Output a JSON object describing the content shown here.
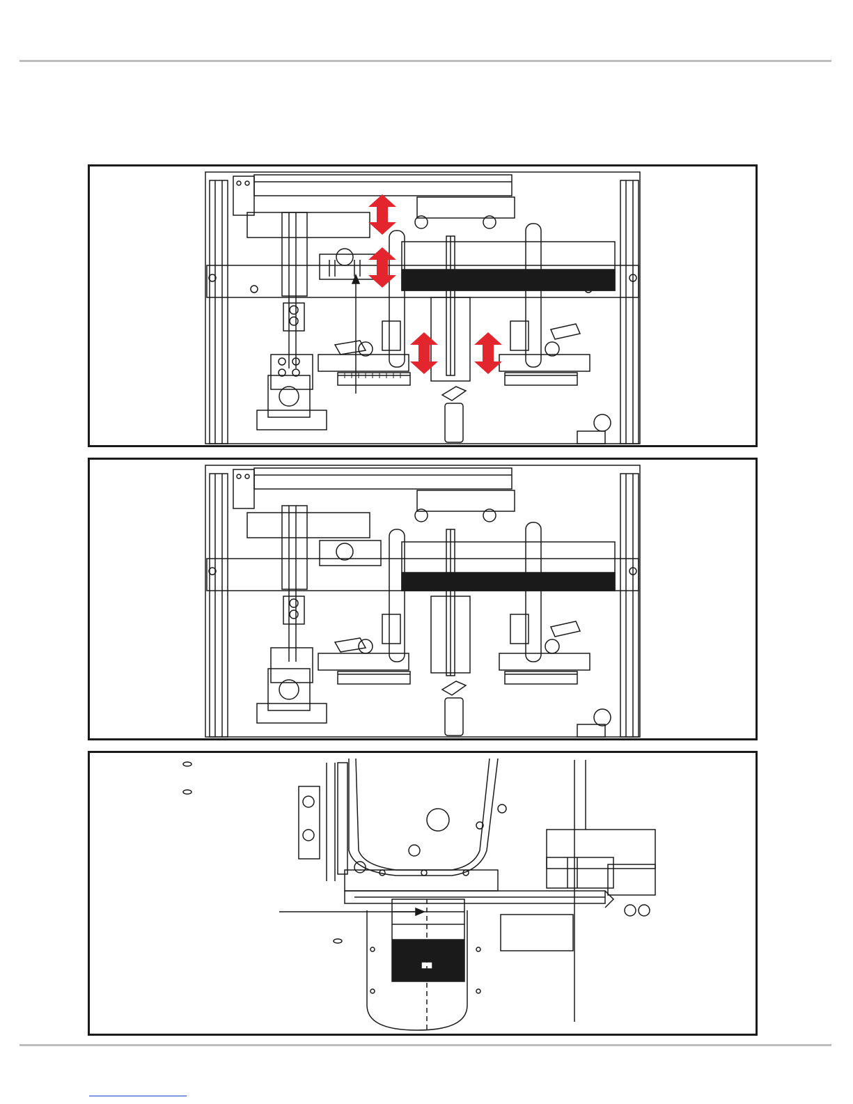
{
  "page": {
    "header_rule": true,
    "footer_rule": true
  },
  "figures": [
    {
      "id": "figure-1",
      "description_icons": [
        "adjustment-arrow-icon"
      ],
      "arrow_color": "#e3262e"
    },
    {
      "id": "figure-2"
    },
    {
      "id": "figure-3"
    }
  ],
  "footer": {
    "link_text": ""
  }
}
